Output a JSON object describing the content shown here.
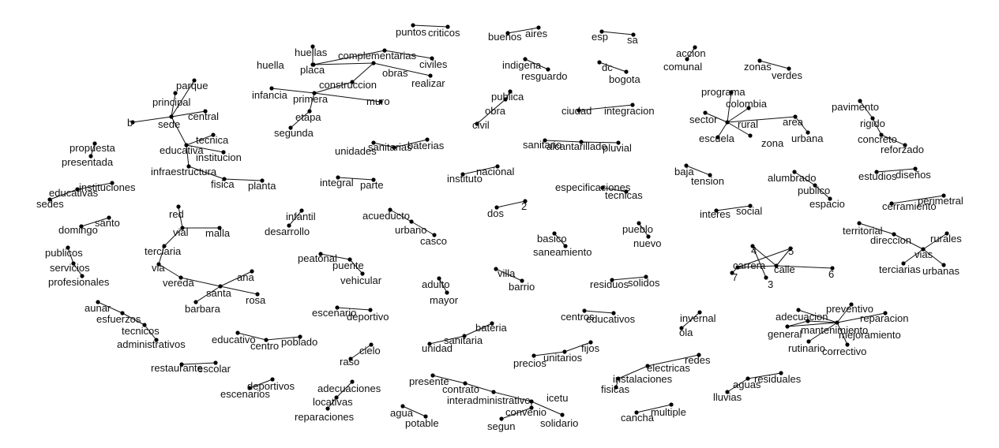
{
  "words": [
    "puntos",
    "criticos",
    "buenos",
    "aires",
    "esp",
    "sa",
    "accion",
    "comunal",
    "huellas",
    "complementarias",
    "civiles",
    "huella",
    "placa",
    "obras",
    "realizar",
    "indigena",
    "resguardo",
    "dc",
    "bogota",
    "zonas",
    "verdes",
    "infancia",
    "construccion",
    "primera",
    "muro",
    "publica",
    "obra",
    "civil",
    "ciudad",
    "integracion",
    "programa",
    "colombia",
    "pavimento",
    "parque",
    "principal",
    "b",
    "sede",
    "central",
    "etapa",
    "segunda",
    "sector",
    "rural",
    "area",
    "rigido",
    "escuela",
    "zona",
    "urbana",
    "concreto",
    "reforzado",
    "tecnica",
    "educativa",
    "institucion",
    "unidades",
    "sanitarias",
    "baterias",
    "sanitario",
    "alcantarillado",
    "pluvial",
    "propuesta",
    "presentada",
    "infraestructura",
    "fisica",
    "planta",
    "baja",
    "tension",
    "alumbrado",
    "estudios",
    "diseños",
    "instituciones",
    "educativas",
    "sedes",
    "integral",
    "parte",
    "instituto",
    "nacional",
    "especificaciones",
    "tecnicas",
    "publico",
    "espacio",
    "cerramiento",
    "perimetral",
    "dos",
    "2",
    "red",
    "infantil",
    "desarrollo",
    "acueducto",
    "urbano",
    "casco",
    "interes",
    "social",
    "domingo",
    "santo",
    "vial",
    "malla",
    "pueblo",
    "nuevo",
    "territorial",
    "direccion",
    "rurales",
    "basico",
    "saneamiento",
    "vias",
    "publicos",
    "terciaria",
    "4",
    "5",
    "servicios",
    "carrera",
    "calle",
    "profesionales",
    "peatonal",
    "puente",
    "vehicular",
    "6",
    "terciarias",
    "urbanas",
    "via",
    "7",
    "3",
    "villa",
    "barrio",
    "ana",
    "vereda",
    "solidos",
    "residuos",
    "santa",
    "adulto",
    "rosa",
    "mayor",
    "barbara",
    "aunar",
    "preventivo",
    "adecuacion",
    "reparacion",
    "esfuerzos",
    "escenario",
    "deportivo",
    "centros",
    "educativos",
    "invernal",
    "mantenimiento",
    "mejoramiento",
    "general",
    "tecnicos",
    "bateria",
    "ola",
    "administrativos",
    "educativo",
    "poblado",
    "centro",
    "rutinario",
    "correctivo",
    "sanitaria",
    "unidad",
    "fijos",
    "cielo",
    "unitarios",
    "raso",
    "redes",
    "precios",
    "restaurante",
    "escolar",
    "electricas",
    "instalaciones",
    "residuales",
    "deportivos",
    "adecuaciones",
    "presente",
    "aguas",
    "contrato",
    "fisicas",
    "escenarios",
    "lluvias",
    "interadministrativo",
    "icetu",
    "locativas",
    "multiple",
    "convenio",
    "reparaciones",
    "agua",
    "cancha",
    "solidario",
    "potable",
    "segun"
  ]
}
